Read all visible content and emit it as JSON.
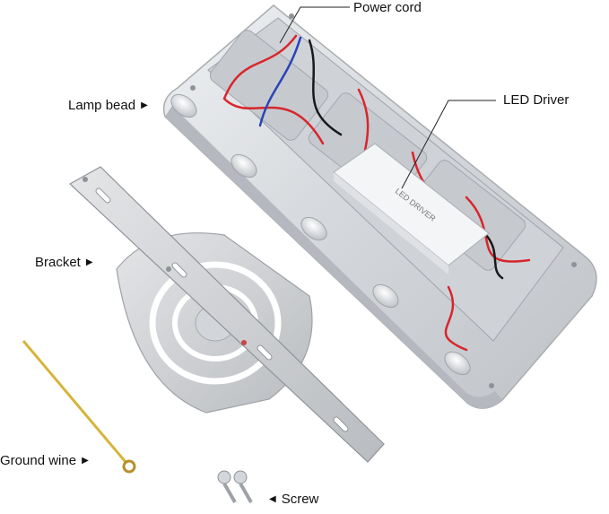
{
  "labels": {
    "power_cord": "Power cord",
    "led_driver": "LED Driver",
    "lamp_bead": "Lamp bead",
    "bracket": "Bracket",
    "ground_wire": "Ground wine",
    "screw": "Screw"
  },
  "driver_label": {
    "title": "LED DRIVER"
  },
  "colors": {
    "housing": "#dcdde0",
    "wire_red": "#d8262c",
    "wire_blue": "#2a43b8",
    "wire_black": "#1a1a1a",
    "ground_wire": "#d6b43a"
  }
}
